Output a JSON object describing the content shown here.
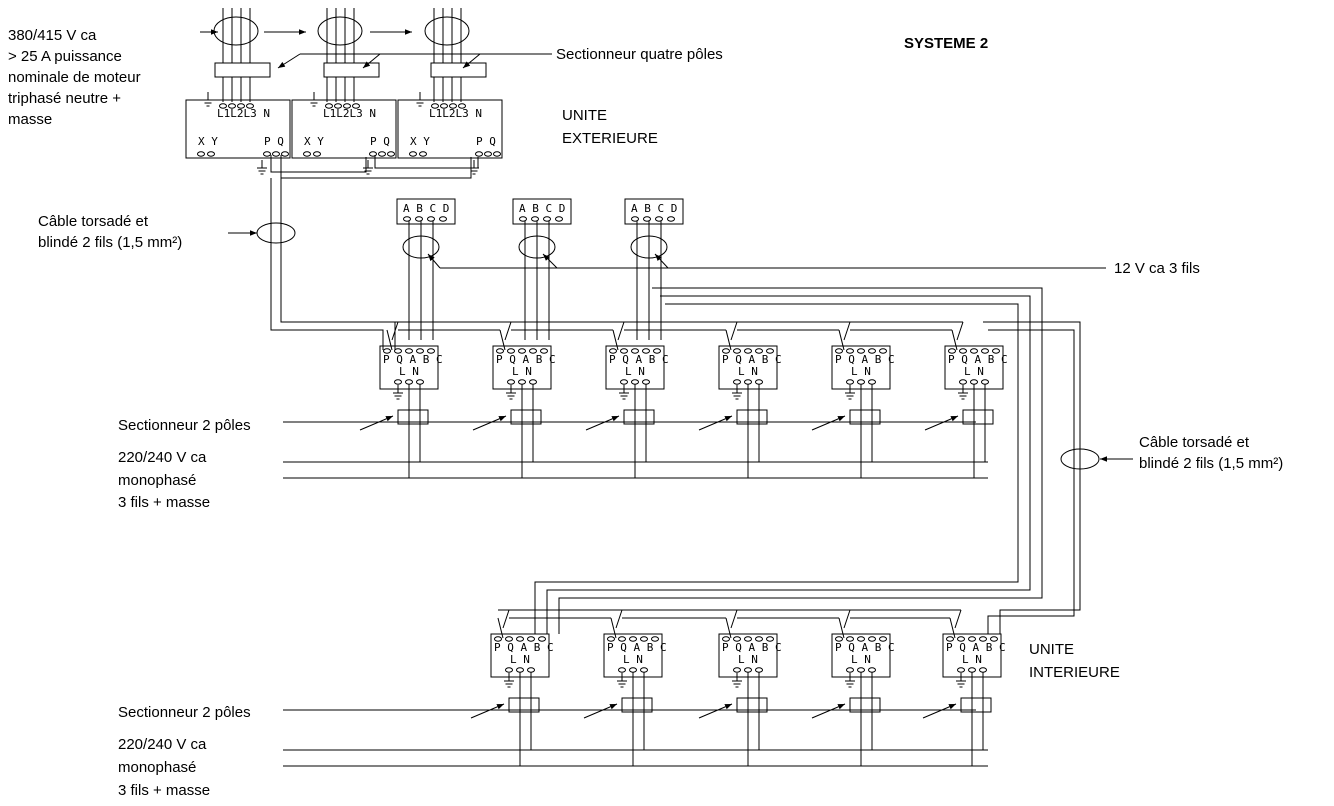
{
  "title": "SYSTEME 2",
  "labels": {
    "supply_top": [
      "380/415 V ca",
      "> 25 A puissance",
      "nominale de moteur",
      "triphasé neutre +",
      "masse"
    ],
    "four_pole": "Sectionneur quatre pôles",
    "outdoor_unit": [
      "UNITE",
      "EXTERIEURE"
    ],
    "cable_left": [
      "Câble torsadé et",
      "blindé 2 fils (1,5 mm²)"
    ],
    "cable_right": [
      "Câble torsadé et",
      "blindé 2 fils (1,5 mm²)"
    ],
    "v12": "12 V ca 3 fils",
    "two_pole_row1": "Sectionneur 2 pôles",
    "supply_row1": [
      "220/240 V ca",
      "monophasé",
      "3 fils + masse"
    ],
    "two_pole_row2": "Sectionneur 2 pôles",
    "supply_row2": [
      "220/240 V ca",
      "monophasé",
      "3 fils + masse"
    ],
    "indoor_unit": [
      "UNITE",
      "INTERIEURE"
    ]
  },
  "terminals": {
    "outdoor_power": "L1L2L3 N",
    "outdoor_signal_left": "X Y",
    "outdoor_signal_right": "P Q",
    "controller": "A B C D",
    "indoor_top": "P Q A B C",
    "indoor_bottom": "L N"
  }
}
